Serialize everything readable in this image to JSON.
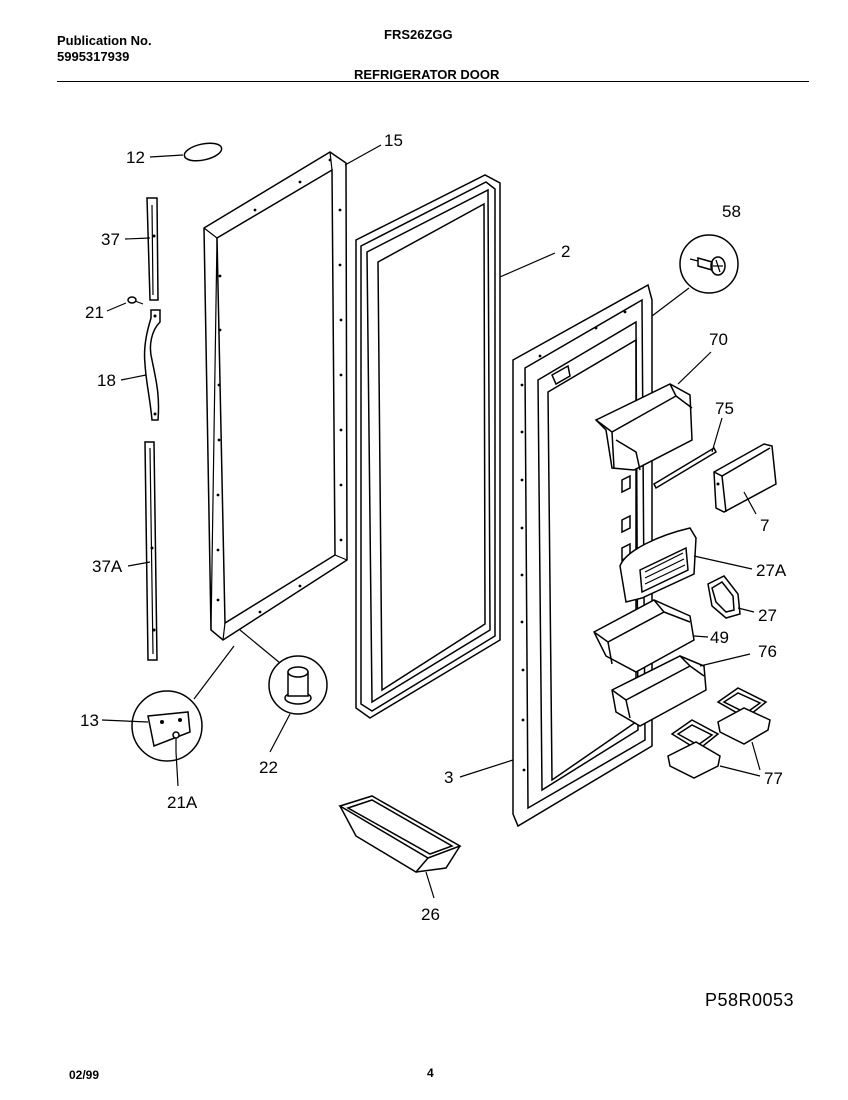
{
  "header": {
    "publication_label": "Publication No.",
    "publication_number": "5995317939",
    "model": "FRS26ZGG",
    "section_title": "REFRIGERATOR DOOR"
  },
  "footer": {
    "date": "02/99",
    "page": "4",
    "diagram_code": "P58R0053"
  },
  "callouts": {
    "c12": "12",
    "c15": "15",
    "c37": "37",
    "c21": "21",
    "c18": "18",
    "c37A": "37A",
    "c13": "13",
    "c21A": "21A",
    "c22": "22",
    "c2": "2",
    "c58": "58",
    "c70": "70",
    "c75": "75",
    "c7": "7",
    "c27A": "27A",
    "c27": "27",
    "c49": "49",
    "c76": "76",
    "c77": "77",
    "c3": "3",
    "c26": "26"
  }
}
